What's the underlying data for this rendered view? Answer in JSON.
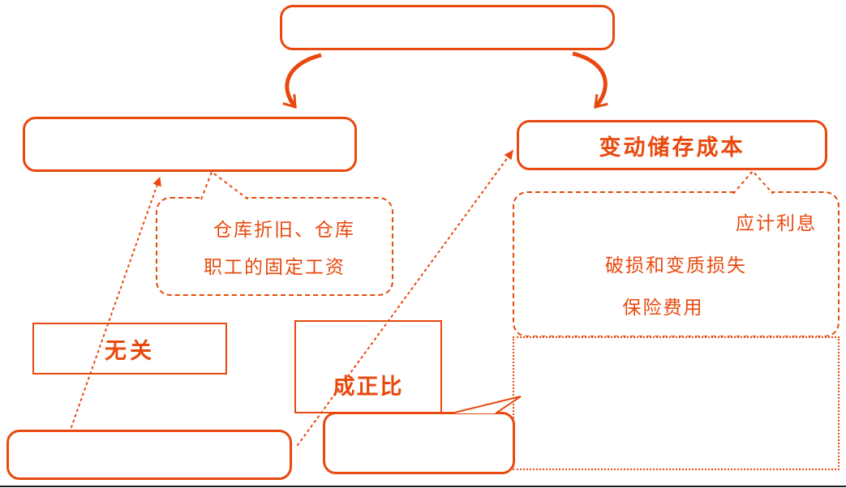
{
  "colors": {
    "accent": "#E8490E",
    "background": "#FFFFFF",
    "baseline": "#1C1C1C"
  },
  "boxes": {
    "top": {
      "label": ""
    },
    "left": {
      "label": ""
    },
    "variable_storage_cost": {
      "label": "变动储存成本"
    },
    "unrelated": {
      "label": "无关"
    },
    "proportional": {
      "label": "成正比"
    },
    "bottom_left": {
      "label": ""
    },
    "bottom_mid": {
      "label": ""
    },
    "dotted": {
      "label": ""
    }
  },
  "callouts": {
    "left": {
      "lines": [
        "仓库折旧、仓库",
        "职工的固定工资"
      ]
    },
    "right": {
      "lines": [
        "应计利息",
        "破损和变质损失",
        "保险费用"
      ]
    }
  }
}
